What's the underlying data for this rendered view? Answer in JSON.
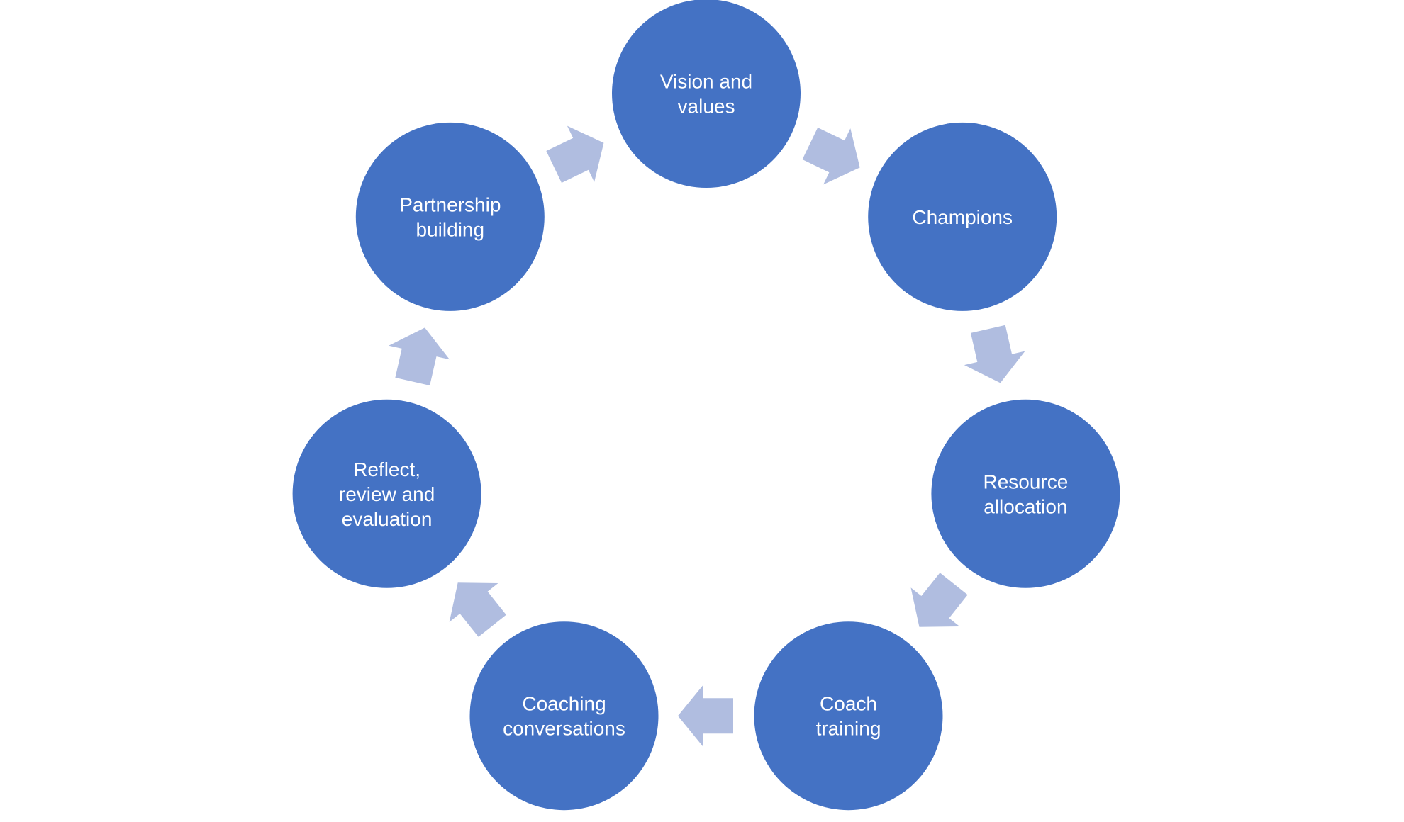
{
  "diagram": {
    "type": "cycle",
    "node_color": "#4472c4",
    "arrow_color": "#b0bde0",
    "text_color": "#ffffff",
    "nodes": [
      {
        "label_lines": [
          "Vision and",
          "values"
        ]
      },
      {
        "label_lines": [
          "Champions"
        ]
      },
      {
        "label_lines": [
          "Resource",
          "allocation"
        ]
      },
      {
        "label_lines": [
          "Coach",
          "training"
        ]
      },
      {
        "label_lines": [
          "Coaching",
          "conversations"
        ]
      },
      {
        "label_lines": [
          "Reflect,",
          "review and",
          "evaluation"
        ]
      },
      {
        "label_lines": [
          "Partnership",
          "building"
        ]
      }
    ],
    "edges": [
      {
        "from": 0,
        "to": 1
      },
      {
        "from": 1,
        "to": 2
      },
      {
        "from": 2,
        "to": 3
      },
      {
        "from": 3,
        "to": 4
      },
      {
        "from": 4,
        "to": 5
      },
      {
        "from": 5,
        "to": 6
      },
      {
        "from": 6,
        "to": 0
      }
    ]
  }
}
